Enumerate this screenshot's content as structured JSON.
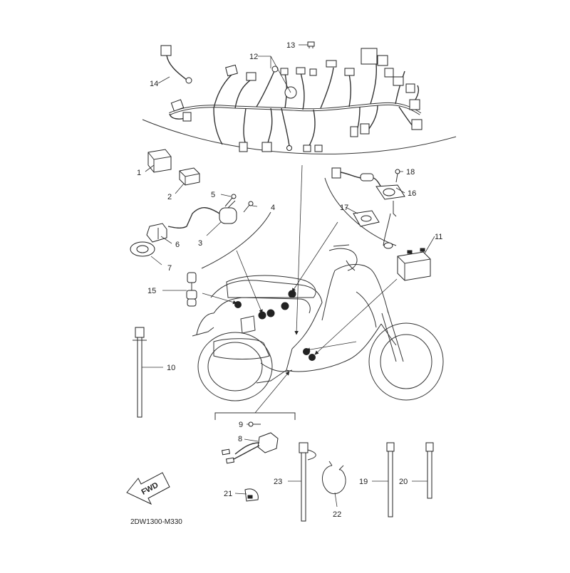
{
  "diagram_code": "2DW1300-M330",
  "fwd_label": "FWD",
  "callouts": {
    "p1": "1",
    "p2": "2",
    "p3": "3",
    "p4": "4",
    "p5": "5",
    "p6": "6",
    "p7": "7",
    "p8": "8",
    "p9": "9",
    "p10": "10",
    "p11": "11",
    "p12": "12",
    "p13": "13",
    "p14": "14",
    "p15": "15",
    "p16": "16",
    "p17": "17",
    "p18": "18",
    "p19": "19",
    "p20": "20",
    "p21": "21",
    "p22": "22",
    "p23": "23"
  }
}
